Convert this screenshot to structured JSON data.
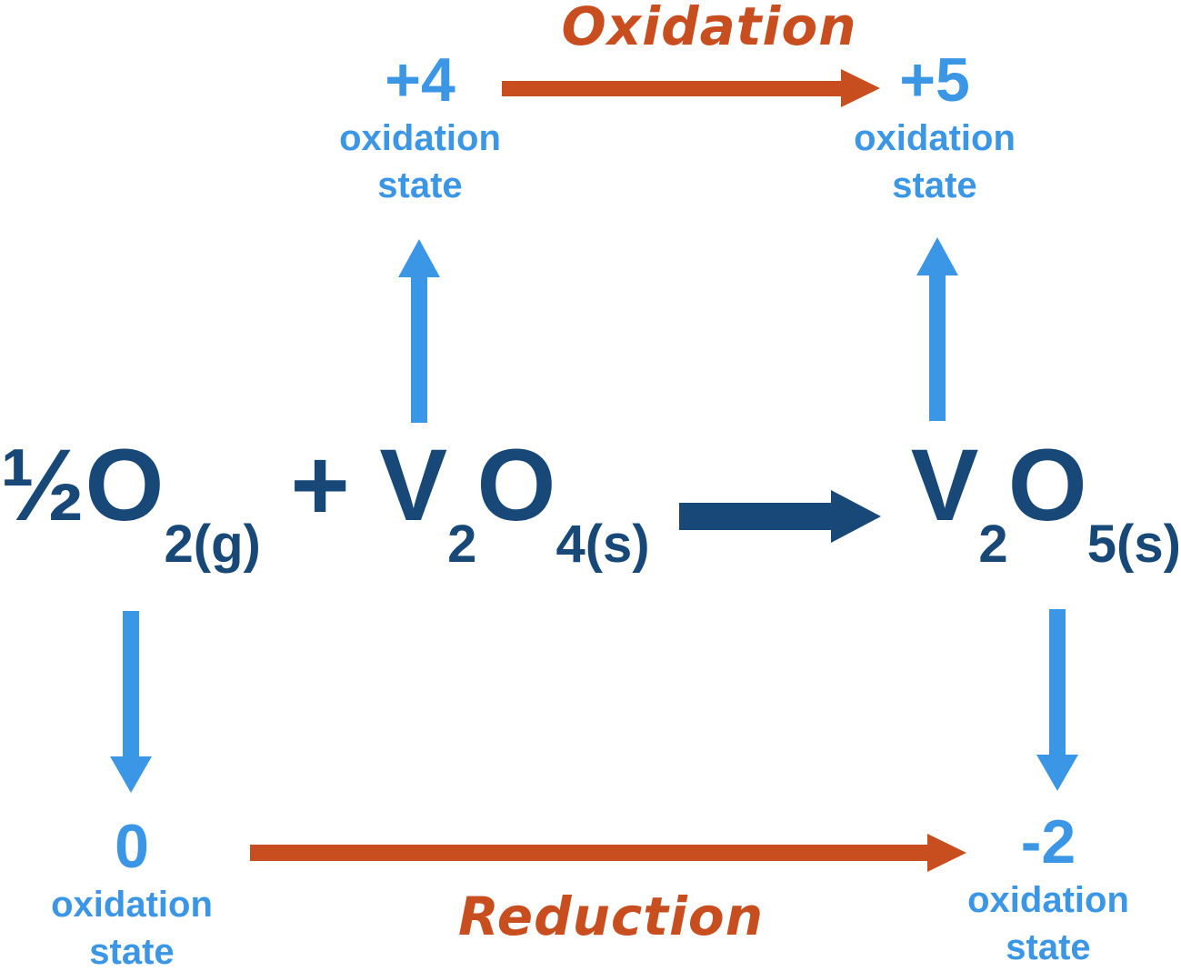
{
  "colors": {
    "light_blue": "#3B96E6",
    "orange_red": "#C84D1F",
    "navy": "#174878",
    "background": "#FFFFFF"
  },
  "oxidation_row": {
    "title": "Oxidation",
    "from": {
      "value": "+4",
      "label_line1": "oxidation",
      "label_line2": "state"
    },
    "to": {
      "value": "+5",
      "label_line1": "oxidation",
      "label_line2": "state"
    }
  },
  "equation": {
    "o2": {
      "coefficient": "½",
      "symbol": "O",
      "subscript": "2(g)"
    },
    "plus": "+",
    "v2o4": {
      "element1": "V",
      "sub1": "2",
      "element2": "O",
      "sub2": "4(s)"
    },
    "v2o5": {
      "element1": "V",
      "sub1": "2",
      "element2": "O",
      "sub2": "5(s)"
    }
  },
  "reduction_row": {
    "title": "Reduction",
    "from": {
      "value": "0",
      "label_line1": "oxidation",
      "label_line2": "state"
    },
    "to": {
      "value": "-2",
      "label_line1": "oxidation",
      "label_line2": "state"
    }
  }
}
